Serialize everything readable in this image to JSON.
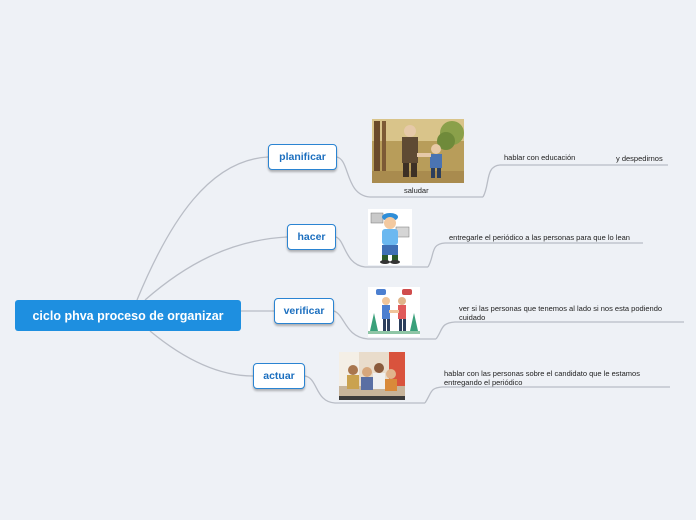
{
  "root": {
    "label": "ciclo phva proceso de organizar"
  },
  "branches": [
    {
      "label": "planificar",
      "image_caption": "saludar",
      "notes": [
        "hablar con educación",
        "y despedirnos"
      ]
    },
    {
      "label": "hacer",
      "notes": [
        "entregarle el periódico a las personas  para que lo lean"
      ]
    },
    {
      "label": "verificar",
      "notes": [
        "ver si las personas que tenemos al lado si nos esta podiendo cuidado"
      ]
    },
    {
      "label": "actuar",
      "notes": [
        "hablar con las personas sobre el candidato que le estamos entregando el periódico"
      ]
    }
  ],
  "colors": {
    "root": "#1e8fe0",
    "node_border": "#2a84d2",
    "node_text": "#1c6fbf",
    "link": "#b9bdc6",
    "background": "#eef1f6"
  },
  "images": [
    "handshake-illustration",
    "paperboy-illustration",
    "handshake-conversation-illustration",
    "family-group-photo"
  ]
}
